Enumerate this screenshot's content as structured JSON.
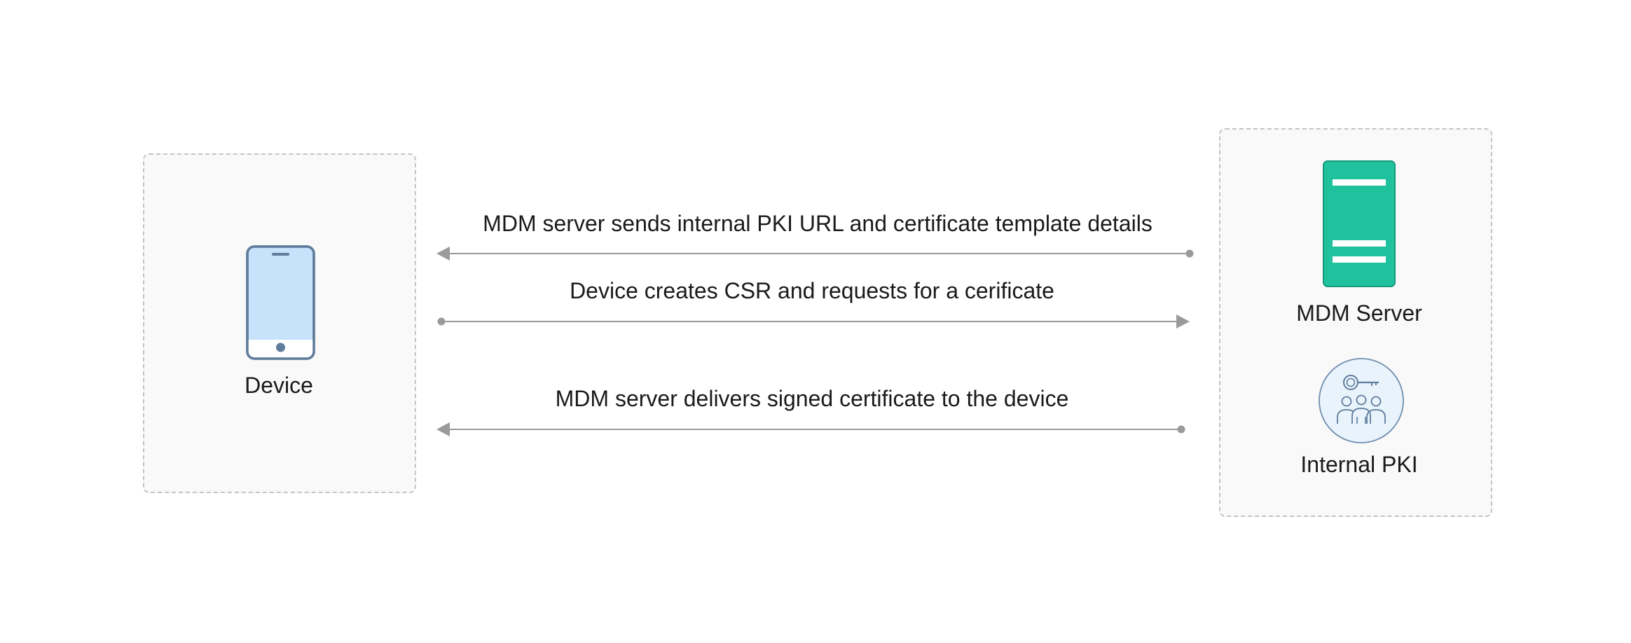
{
  "nodes": {
    "device": {
      "label": "Device",
      "icon": "smartphone-icon"
    },
    "mdm_server": {
      "label": "MDM Server",
      "icon": "server-icon"
    },
    "internal_pki": {
      "label": "Internal PKI",
      "icon": "pki-key-people-icon"
    }
  },
  "messages": [
    {
      "text": "MDM server sends internal PKI URL and certificate template details",
      "from": "MDM Server",
      "to": "Device"
    },
    {
      "text": "Device creates CSR and requests for a cerificate",
      "from": "Device",
      "to": "MDM Server"
    },
    {
      "text": "MDM server delivers signed certificate to the device",
      "from": "MDM Server",
      "to": "Device"
    }
  ],
  "colors": {
    "arrow": "#9a9a9a",
    "server": "#1fc29d",
    "phone_screen": "#c7e3fb",
    "phone_outline": "#5f7d9c",
    "pki_circle": "#e9f3fb"
  }
}
